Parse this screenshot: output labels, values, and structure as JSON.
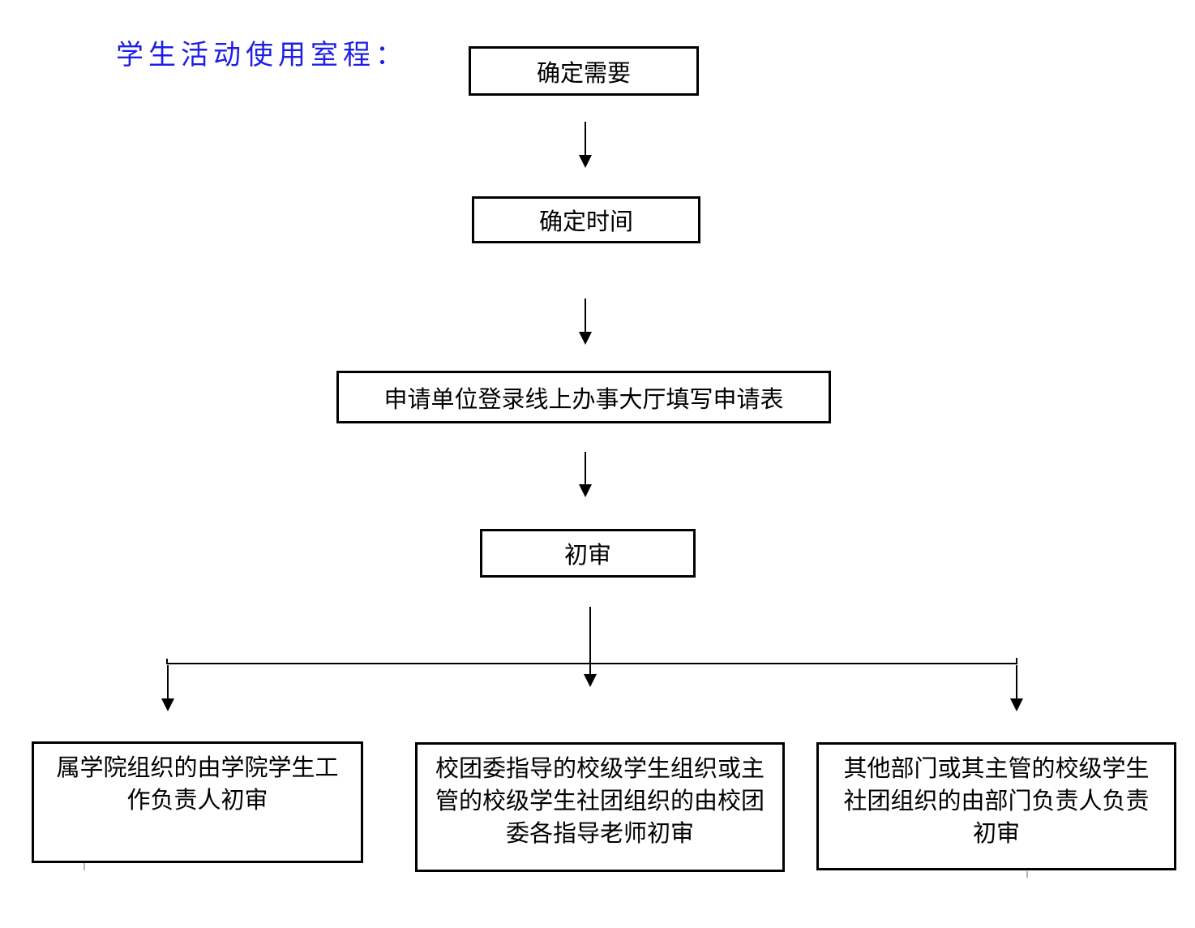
{
  "title": {
    "text": "学生活动使用室程：",
    "color": "#1e1ee6"
  },
  "flowchart": {
    "type": "flowchart",
    "direction": "top-down",
    "nodes": [
      {
        "id": "step-1",
        "label": "确定需要"
      },
      {
        "id": "step-2",
        "label": "确定时间"
      },
      {
        "id": "step-3",
        "label": "申请单位登录线上办事大厅填写申请表"
      },
      {
        "id": "step-4",
        "label": "初审"
      },
      {
        "id": "branch-left",
        "label": "属学院组织的由学院学生工\n作负责人初审"
      },
      {
        "id": "branch-middle",
        "label": "校团委指导的校级学生组织或主\n管的校级学生社团组织的由校团\n委各指导老师初审"
      },
      {
        "id": "branch-right",
        "label": "其他部门或其主管的校级学生\n社团组织的由部门负责人负责\n初审"
      }
    ],
    "edges": [
      {
        "from": "step-1",
        "to": "step-2"
      },
      {
        "from": "step-2",
        "to": "step-3"
      },
      {
        "from": "step-3",
        "to": "step-4"
      },
      {
        "from": "step-4",
        "to": "branch-left"
      },
      {
        "from": "step-4",
        "to": "branch-middle"
      },
      {
        "from": "step-4",
        "to": "branch-right"
      }
    ]
  },
  "colors": {
    "background": "#ffffff",
    "box_border": "#000000",
    "box_text": "#000000",
    "connector": "#000000",
    "title_text": "#1e1ee6",
    "artifact_tick": "#b3b3b3"
  }
}
